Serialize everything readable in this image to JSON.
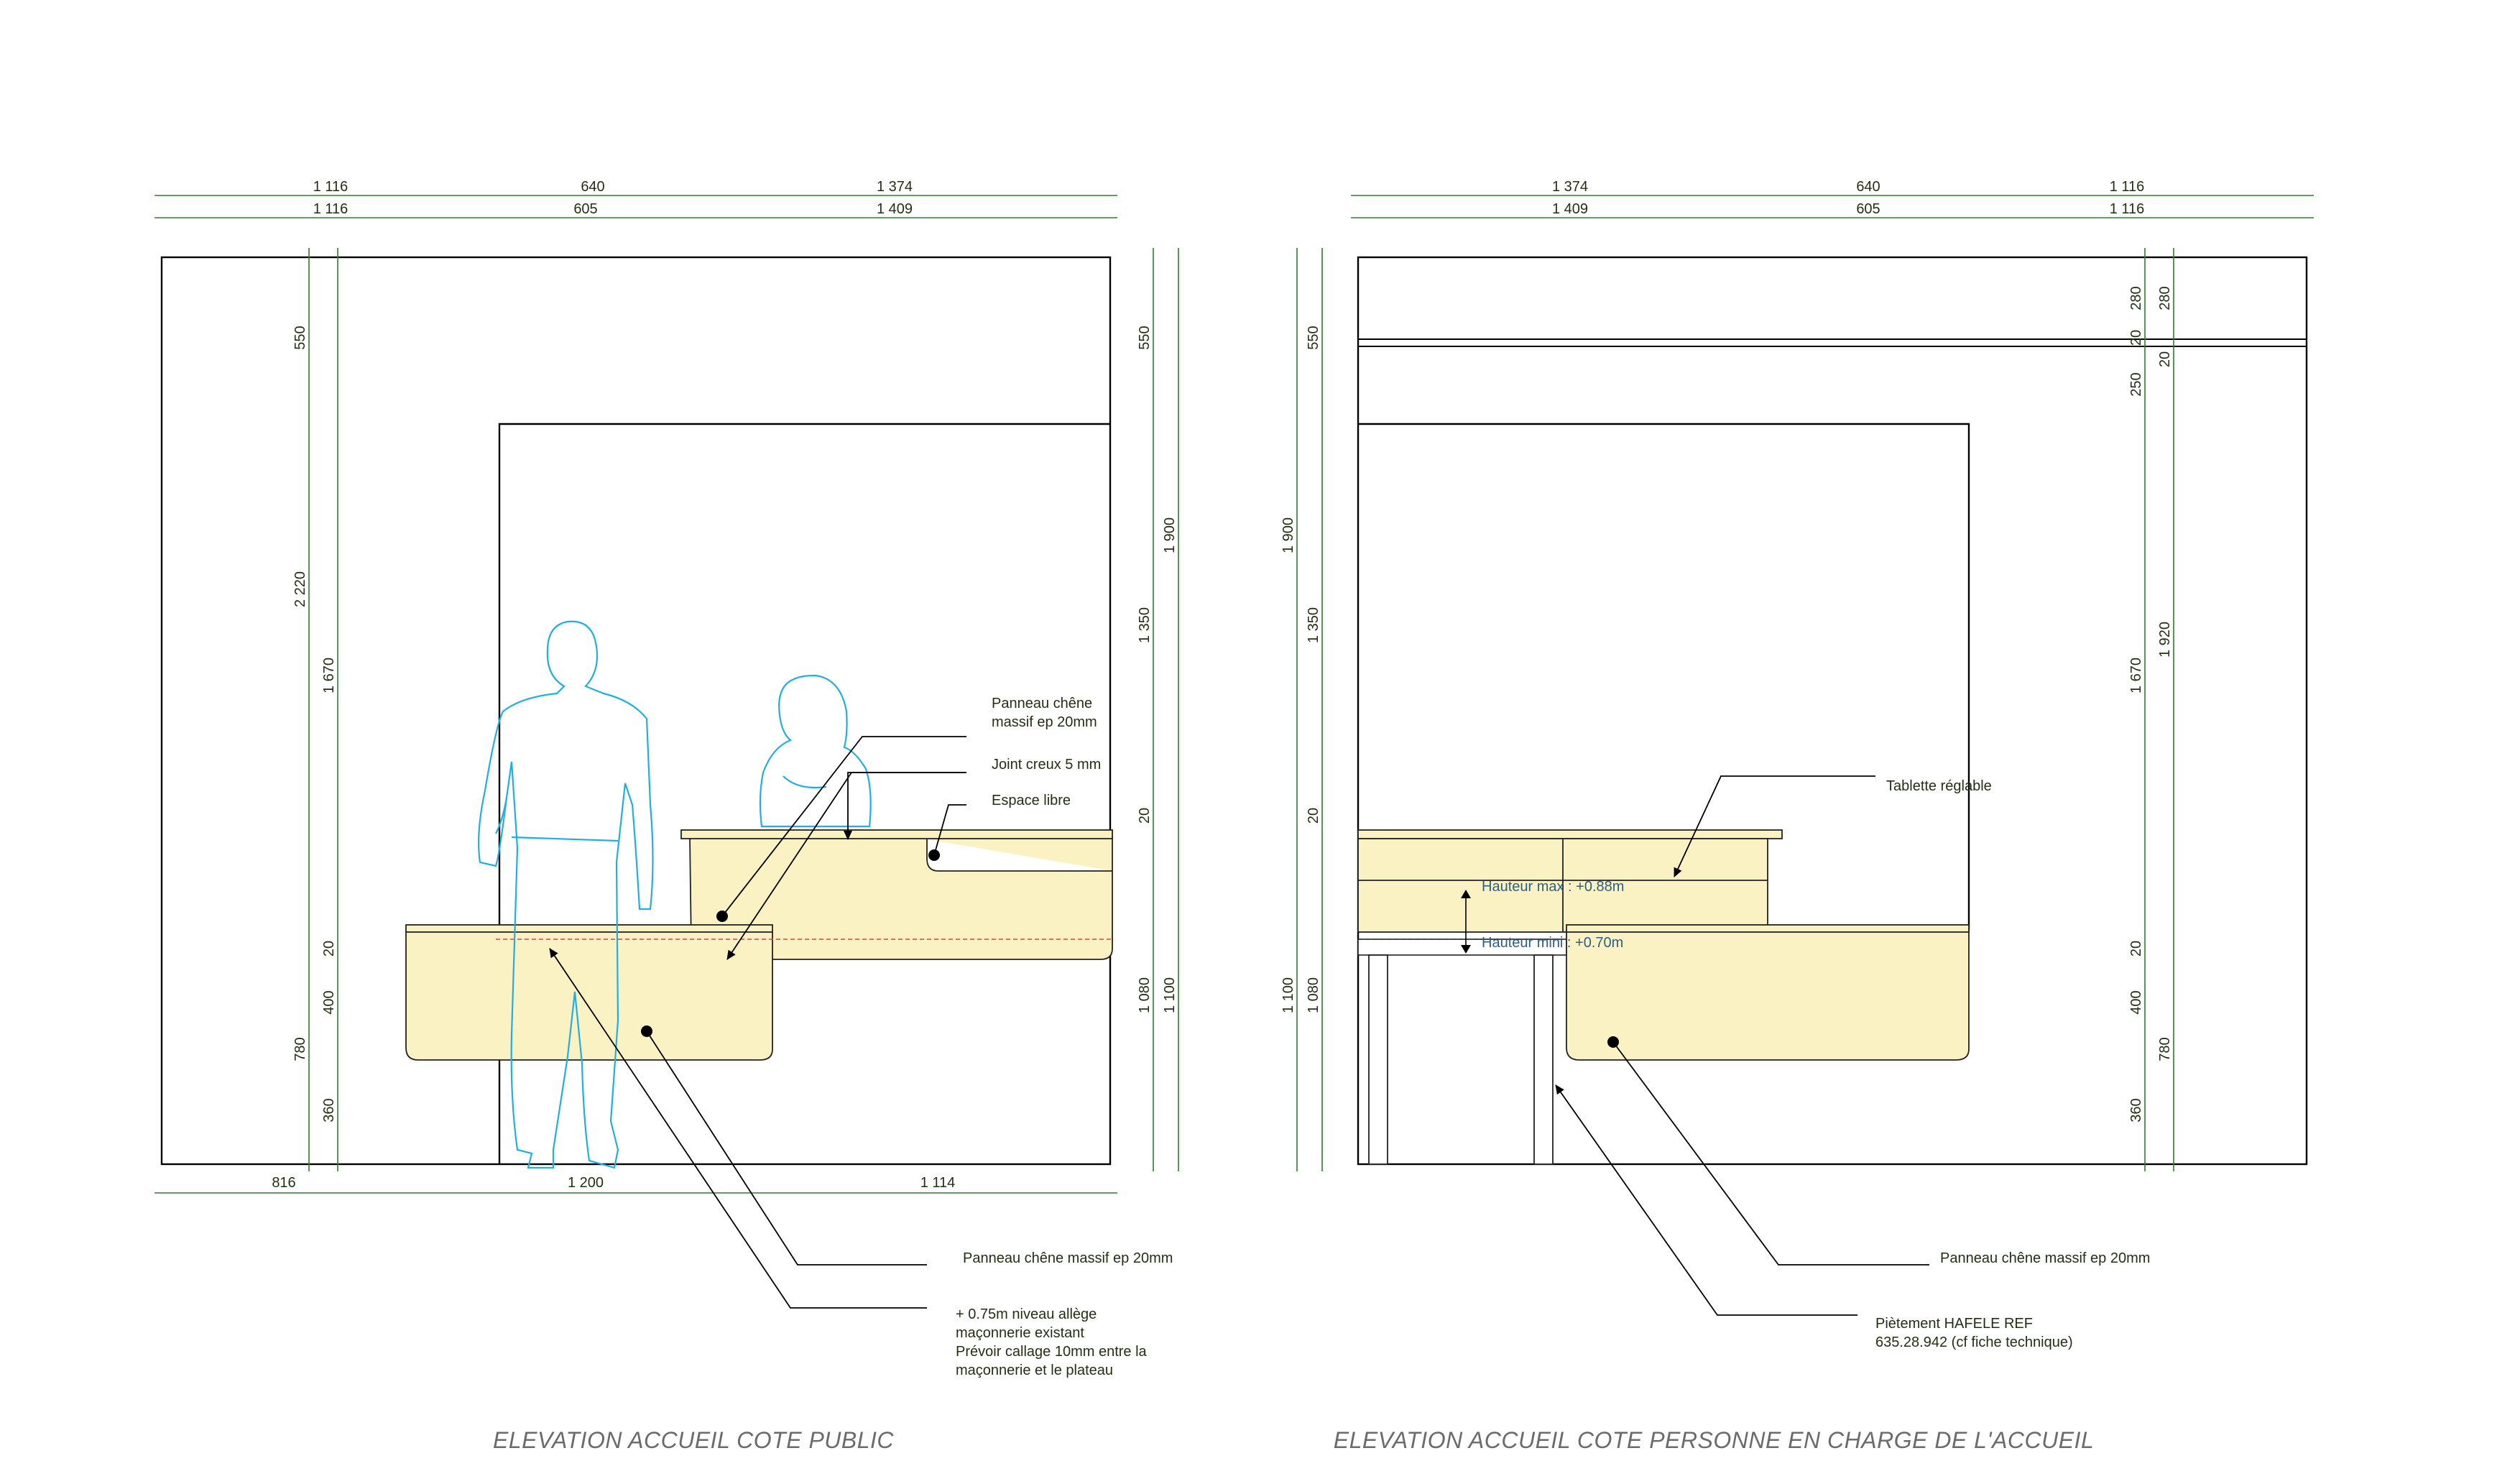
{
  "colors": {
    "dimension": "#2f7d2f",
    "wood": "#fbf2c4",
    "person": "#21aee0",
    "red_dash": "#e04040",
    "title": "#6b6b6b"
  },
  "left": {
    "title": "ELEVATION ACCUEIL COTE PUBLIC",
    "top_dims_row1": [
      "1 116",
      "640",
      "1 374"
    ],
    "top_dims_row2": [
      "1 116",
      "605",
      "1 409"
    ],
    "bottom_dims": [
      "816",
      "1 200",
      "1 114"
    ],
    "left_dims_outer": [
      "550",
      "2 220",
      "780"
    ],
    "left_dims_inner": [
      "1 670",
      "20",
      "400",
      "360"
    ],
    "right_dims_inner": [
      "550",
      "1 350",
      "20",
      "1 080"
    ],
    "right_dims_outer": [
      "1 900",
      "1 100"
    ],
    "notes": {
      "panel_top": [
        "Panneau chêne",
        "massif ep 20mm"
      ],
      "joint": "Joint creux 5 mm",
      "space": "Espace libre",
      "panel_bottom": "Panneau chêne massif ep 20mm",
      "masonry": [
        "+ 0.75m niveau allège",
        "maçonnerie existant",
        "Prévoir callage 10mm entre la",
        "maçonnerie et le plateau"
      ]
    }
  },
  "right": {
    "title": "ELEVATION ACCUEIL COTE PERSONNE EN CHARGE DE L'ACCUEIL",
    "top_dims_row1": [
      "1 374",
      "640",
      "1 116"
    ],
    "top_dims_row2": [
      "1 409",
      "605",
      "1 116"
    ],
    "left_dims_outer": [
      "1 900",
      "1 100"
    ],
    "left_dims_inner": [
      "550",
      "1 350",
      "20",
      "1 080"
    ],
    "right_dims_inner": [
      "20",
      "280",
      "250",
      "1 670",
      "20",
      "400",
      "360"
    ],
    "right_dims_outer": [
      "280",
      "20",
      "1 920",
      "780"
    ],
    "labels": {
      "height_max": "Hauteur max : +0.88m",
      "height_min": "Hauteur mini : +0.70m"
    },
    "notes": {
      "shelf": "Tablette réglable",
      "panel": "Panneau chêne massif ep 20mm",
      "base": [
        "Piètement  HAFELE REF",
        "635.28.942 (cf fiche technique)"
      ]
    }
  }
}
